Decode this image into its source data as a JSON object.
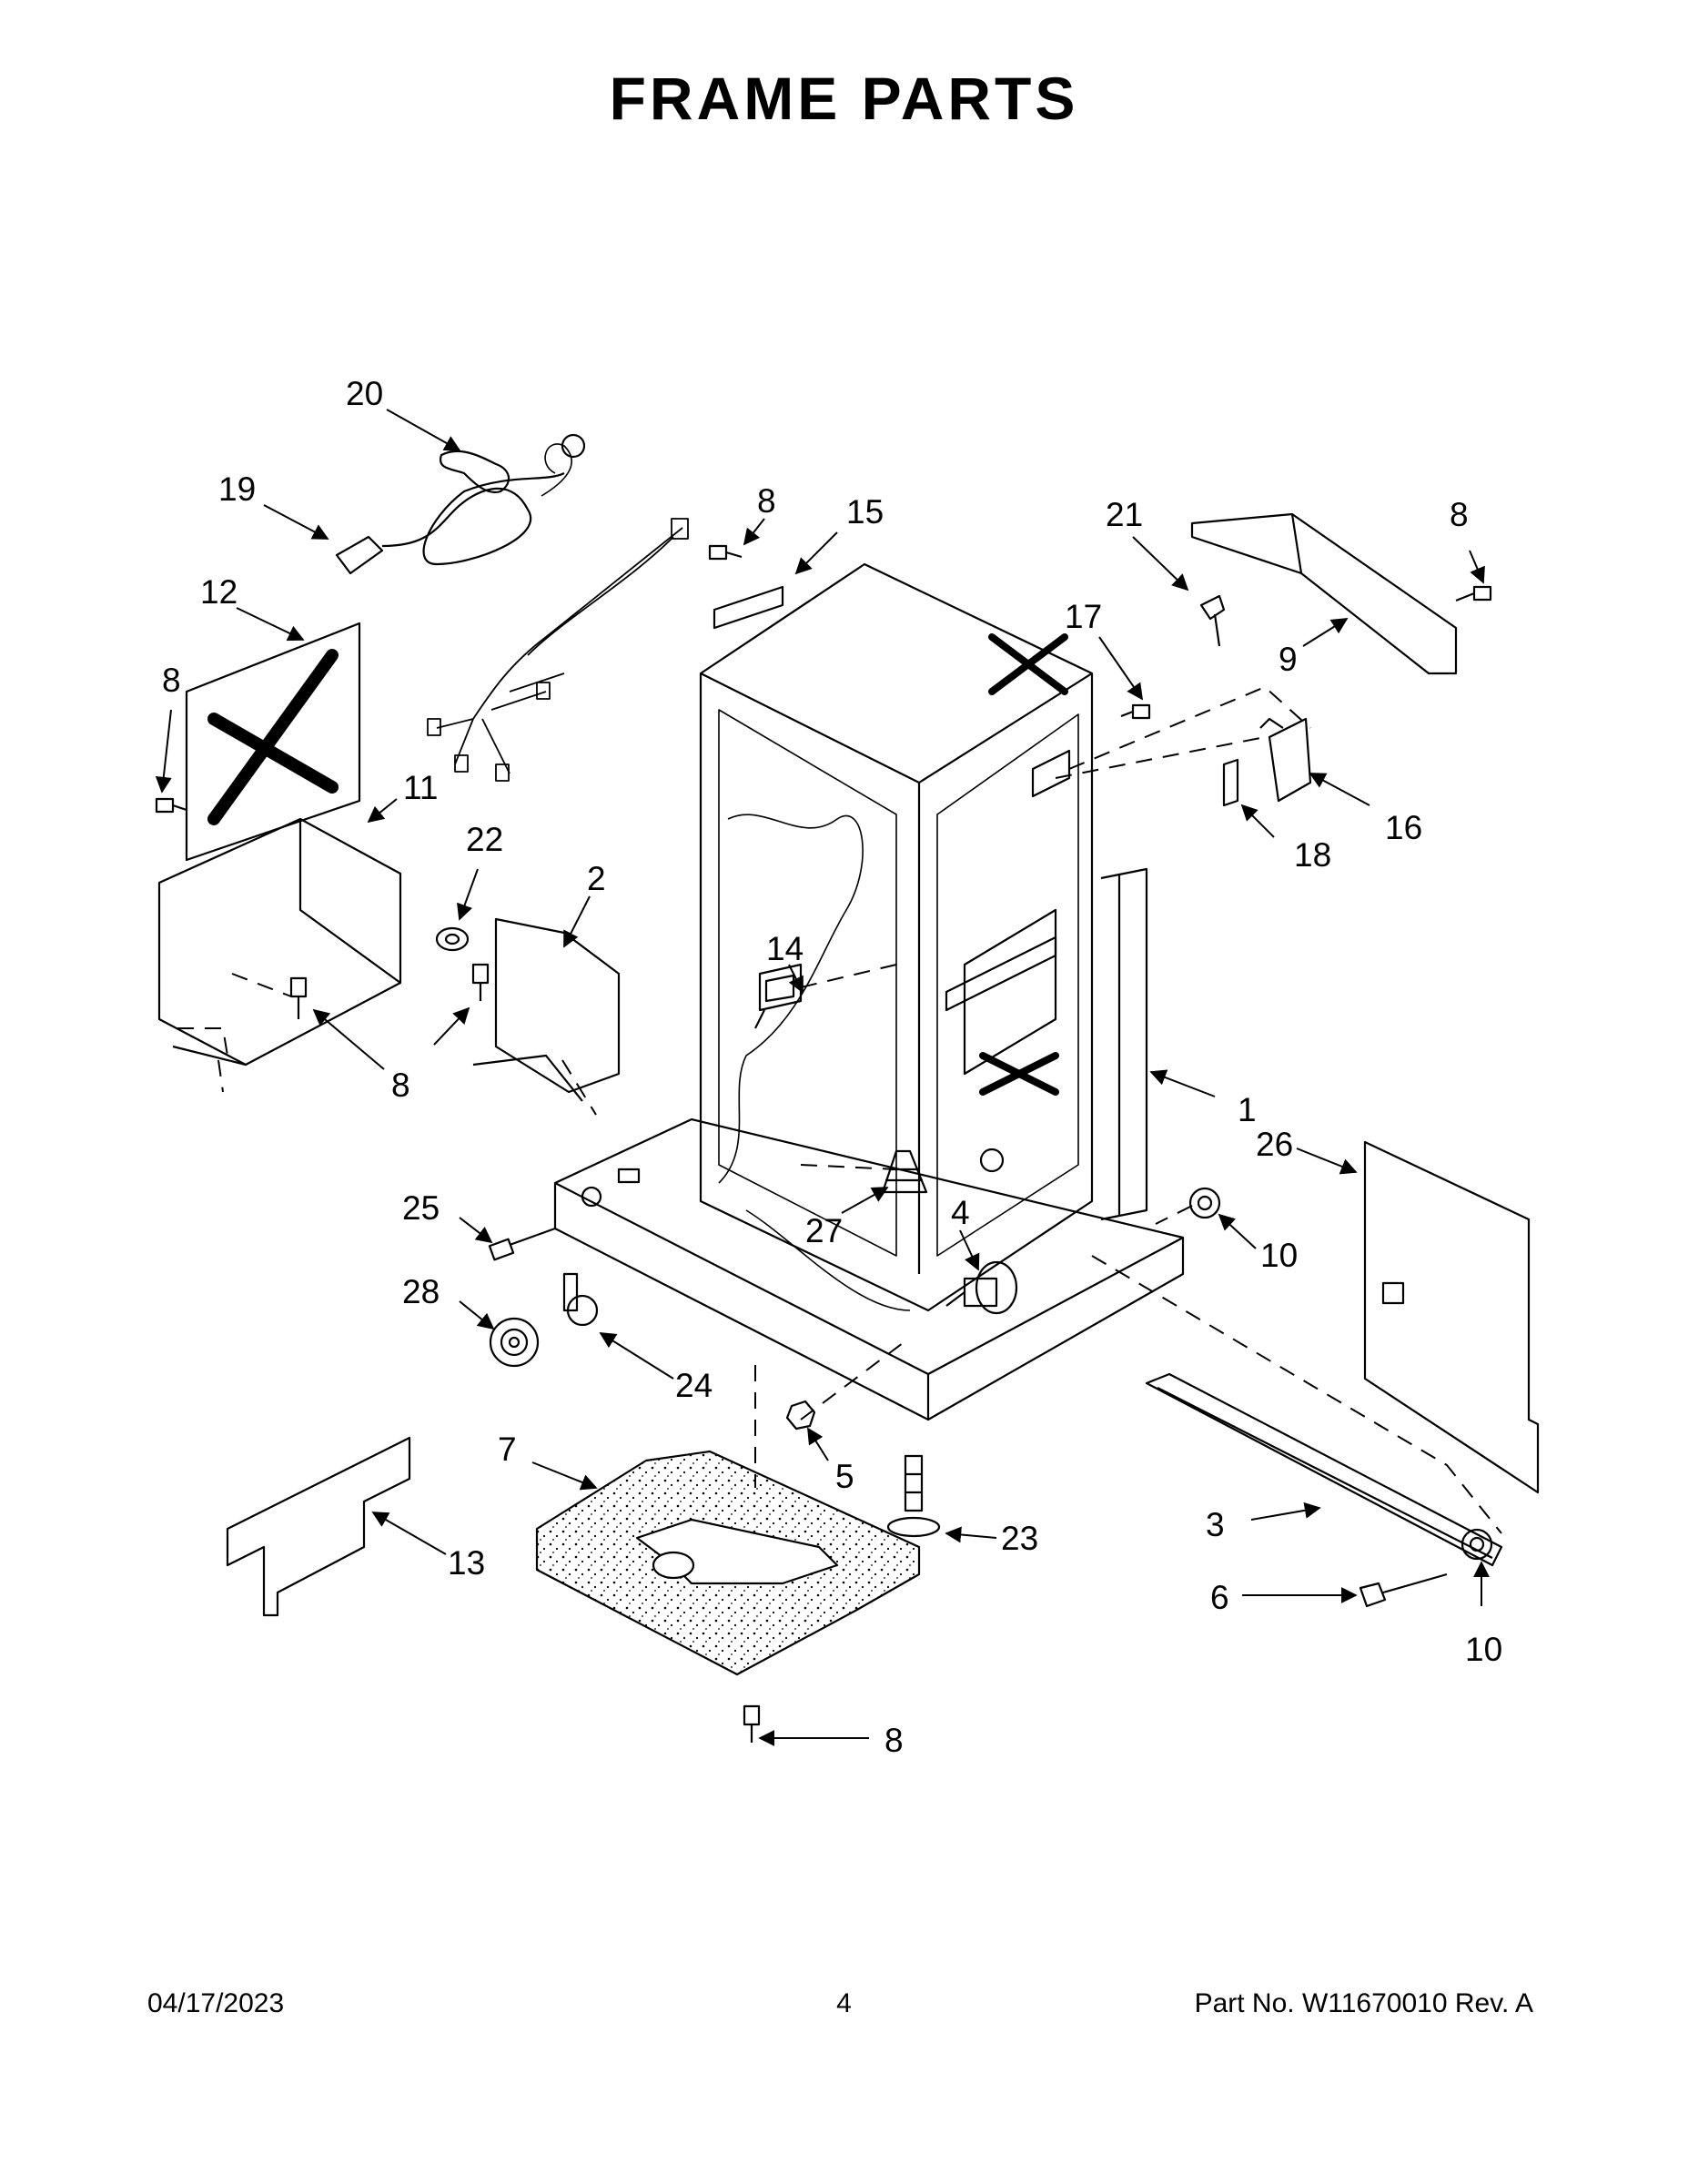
{
  "page": {
    "title": "FRAME PARTS",
    "date": "04/17/2023",
    "page_number": "4",
    "part_number": "Part No.  W11670010  Rev.  A"
  },
  "callouts": {
    "c20": "20",
    "c19": "19",
    "c12": "12",
    "c8a": "8",
    "c11": "11",
    "c22": "22",
    "c2": "2",
    "c8b": "8",
    "c8c": "8",
    "c15": "15",
    "c21": "21",
    "c8d": "8",
    "c17": "17",
    "c9": "9",
    "c16": "16",
    "c18": "18",
    "c14": "14",
    "c1": "1",
    "c26": "26",
    "c25": "25",
    "c27": "27",
    "c4": "4",
    "c10a": "10",
    "c28": "28",
    "c24": "24",
    "c5": "5",
    "c7": "7",
    "c23": "23",
    "c3": "3",
    "c13": "13",
    "c6": "6",
    "c10b": "10",
    "c8e": "8"
  }
}
